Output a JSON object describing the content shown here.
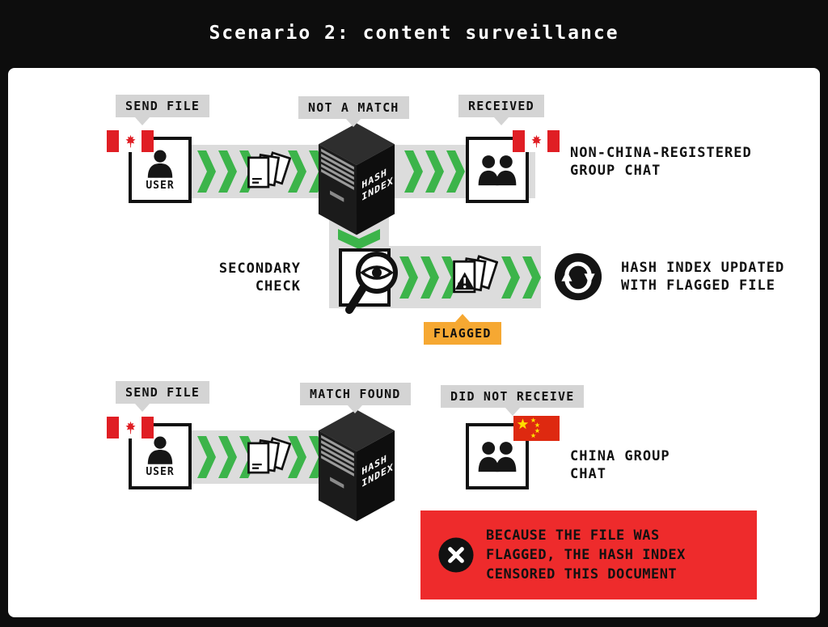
{
  "title": "Scenario 2: content surveillance",
  "colors": {
    "background": "#0d0d0d",
    "panel": "#ffffff",
    "arrow_green": "#3cb44a",
    "band_gray": "#dcdcdc",
    "badge_gray": "#d4d4d4",
    "flagged_orange": "#f6a832",
    "alert_red": "#ee2b2c",
    "canada_flag_red": "#e01e24",
    "china_flag_red": "#de2910",
    "china_star_yellow": "#ffde00",
    "cabinet_dark": "#1b1b1b"
  },
  "top_flow": {
    "send_file_badge": "SEND FILE",
    "user_label": "USER",
    "not_a_match_badge": "NOT A MATCH",
    "hash_line1": "HASH",
    "hash_line2": "INDEX",
    "received_badge": "RECEIVED",
    "caption": "NON-CHINA-REGISTERED\nGROUP CHAT"
  },
  "secondary_flow": {
    "label": "SECONDARY\nCHECK",
    "flagged_badge": "FLAGGED",
    "caption": "HASH INDEX UPDATED\nWITH FLAGGED FILE"
  },
  "bottom_flow": {
    "send_file_badge": "SEND FILE",
    "user_label": "USER",
    "match_found_badge": "MATCH FOUND",
    "hash_line1": "HASH",
    "hash_line2": "INDEX",
    "did_not_receive_badge": "DID NOT RECEIVE",
    "caption": "CHINA GROUP\nCHAT",
    "alert_text": "BECAUSE THE FILE WAS\nFLAGGED, THE HASH INDEX\nCENSORED THIS DOCUMENT"
  },
  "icons": {
    "user": "person-icon",
    "group_chat": "group-icon",
    "documents": "documents-icon",
    "flagged_documents": "flagged-documents-icon",
    "hash_index": "filing-cabinet-icon",
    "inspection": "magnifier-eye-icon",
    "update": "sync-arrows-icon",
    "censored": "x-circle-icon",
    "canada": "canada-flag",
    "china": "china-flag",
    "flow_arrow": "chevron-right-icon"
  }
}
